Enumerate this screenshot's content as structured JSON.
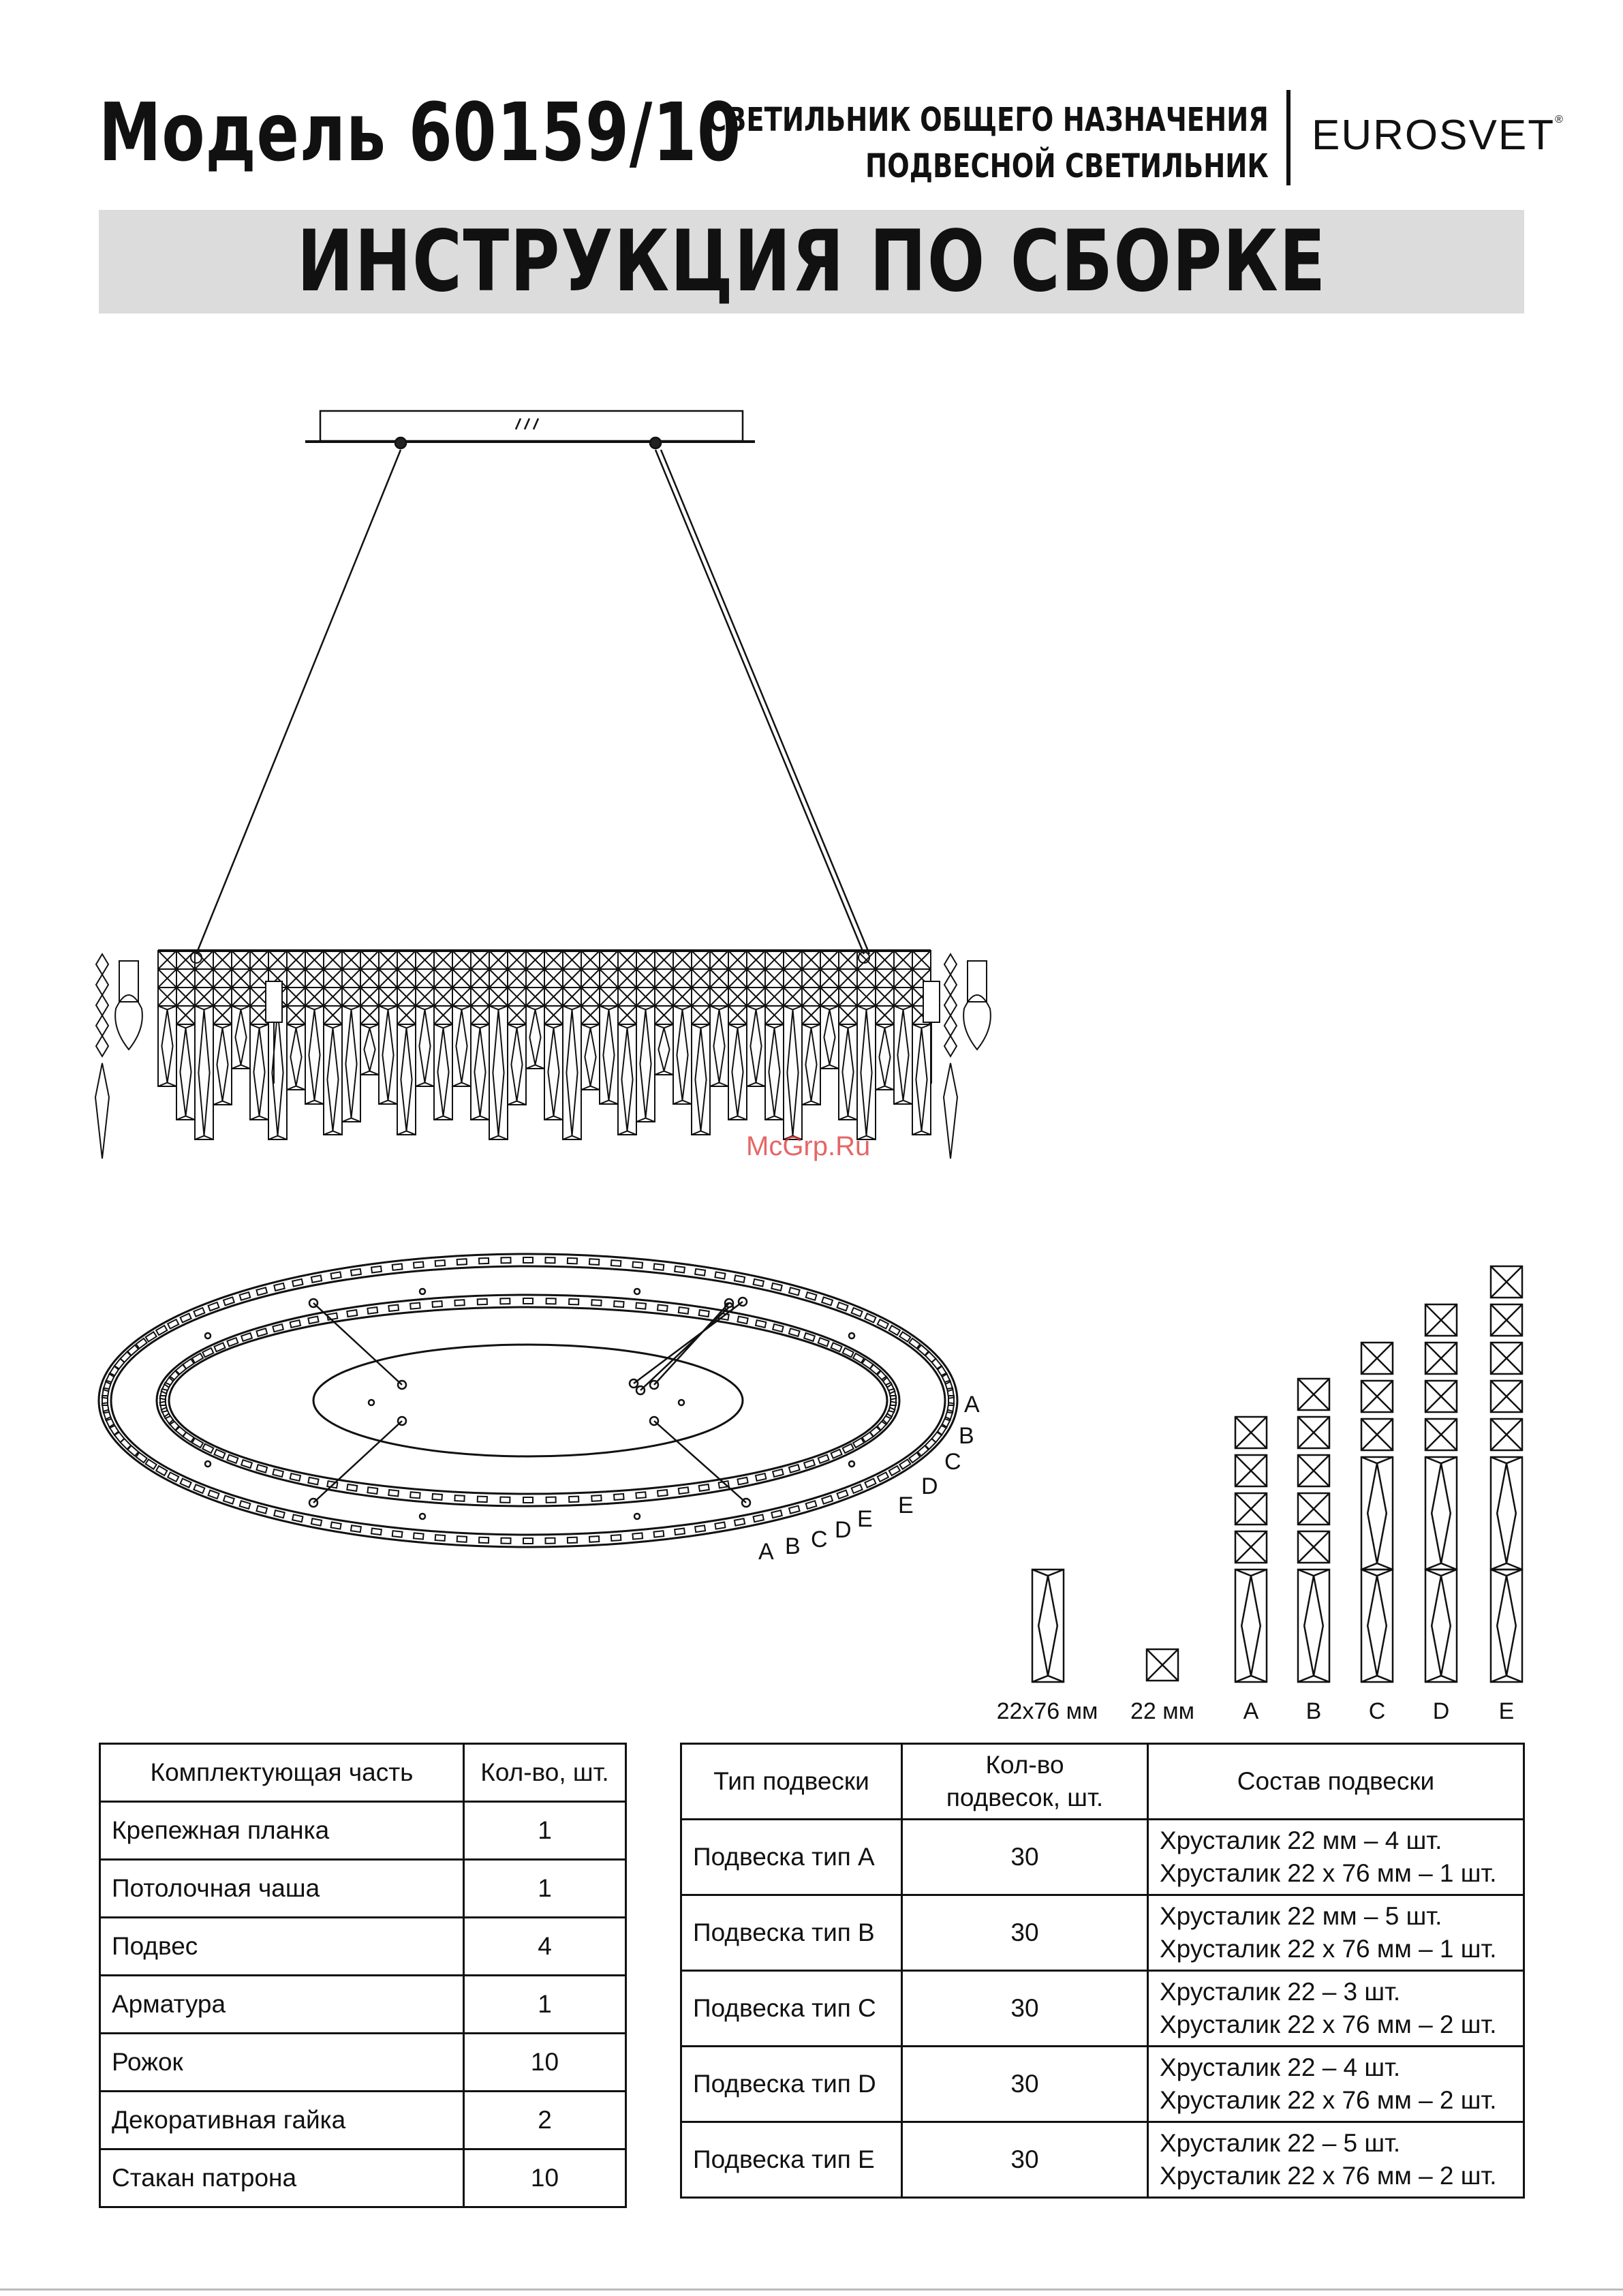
{
  "header": {
    "model": "Модель 60159/10",
    "type_line1": "СВЕТИЛЬНИК ОБЩЕГО НАЗНАЧЕНИЯ",
    "type_line2": "ПОДВЕСНОЙ СВЕТИЛЬНИК",
    "brand": "EUROSVET",
    "brand_mark": "®"
  },
  "banner": {
    "title": "ИНСТРУКЦИЯ ПО СБОРКЕ"
  },
  "watermark": "McGrp.Ru",
  "ring_labels": {
    "outer": [
      "A",
      "B",
      "C",
      "D",
      "E"
    ],
    "inner": [
      "A",
      "B",
      "C",
      "D",
      "E"
    ]
  },
  "pendants": {
    "labels": [
      "22x76 мм",
      "22 мм",
      "A",
      "B",
      "C",
      "D",
      "E"
    ]
  },
  "parts_table": {
    "headers": [
      "Комплектующая часть",
      "Кол-во, шт."
    ],
    "rows": [
      {
        "name": "Крепежная планка",
        "qty": "1"
      },
      {
        "name": "Потолочная чаша",
        "qty": "1"
      },
      {
        "name": "Подвес",
        "qty": "4"
      },
      {
        "name": "Арматура",
        "qty": "1"
      },
      {
        "name": "Рожок",
        "qty": "10"
      },
      {
        "name": "Декоративная гайка",
        "qty": "2"
      },
      {
        "name": "Стакан патрона",
        "qty": "10"
      }
    ]
  },
  "pendant_table": {
    "headers": [
      "Тип подвески",
      "Кол-во подвесок, шт.",
      "Состав подвески"
    ],
    "rows": [
      {
        "name": "Подвеска тип А",
        "qty": "30",
        "line1": "Хрусталик 22 мм – 4 шт.",
        "line2": "Хрусталик 22 х 76 мм – 1 шт."
      },
      {
        "name": "Подвеска тип B",
        "qty": "30",
        "line1": "Хрусталик 22 мм – 5 шт.",
        "line2": "Хрусталик 22 х 76 мм – 1 шт."
      },
      {
        "name": "Подвеска тип C",
        "qty": "30",
        "line1": "Хрусталик 22 – 3 шт.",
        "line2": "Хрусталик 22 х 76 мм – 2 шт."
      },
      {
        "name": "Подвеска тип D",
        "qty": "30",
        "line1": "Хрусталик 22 – 4 шт.",
        "line2": "Хрусталик 22 х 76 мм – 2 шт."
      },
      {
        "name": "Подвеска тип E",
        "qty": "30",
        "line1": "Хрусталик 22 – 5 шт.",
        "line2": "Хрусталик 22 х 76 мм – 2 шт."
      }
    ]
  }
}
